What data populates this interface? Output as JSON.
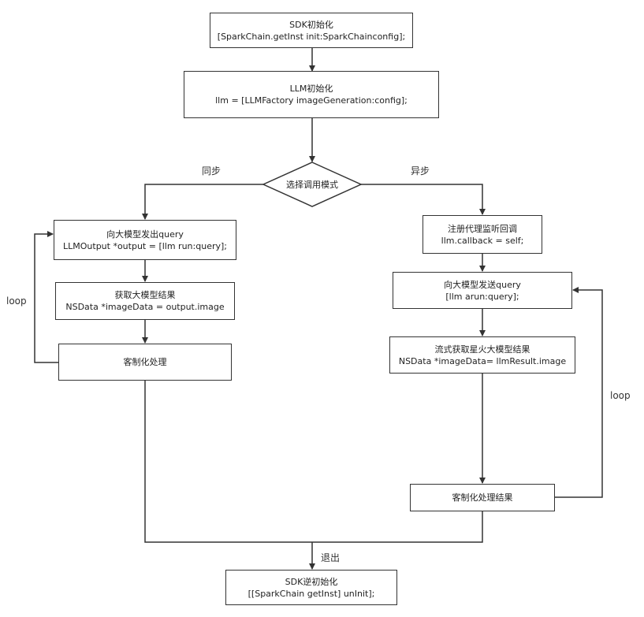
{
  "nodes": {
    "init": {
      "line1": "SDK初始化",
      "line2": "[SparkChain.getInst init:SparkChainconfig];"
    },
    "llm": {
      "line1": "LLM初始化",
      "line2": "llm = [LLMFactory imageGeneration:config];"
    },
    "decision": {
      "text": "选择调用模式"
    },
    "sync_query": {
      "line1": "向大模型发出query",
      "line2": "LLMOutput *output  = [llm run:query];"
    },
    "sync_result": {
      "line1": "获取大模型结果",
      "line2": "NSData *imageData = output.image"
    },
    "sync_process": {
      "text": "客制化处理"
    },
    "async_register": {
      "line1": "注册代理监听回调",
      "line2": "llm.callback = self;"
    },
    "async_query": {
      "line1": "向大模型发送query",
      "line2": "[llm arun:query];"
    },
    "async_result": {
      "line1": "流式获取星火大模型结果",
      "line2": "NSData *imageData=  llmResult.image"
    },
    "async_process": {
      "text": "客制化处理结果"
    },
    "uninit": {
      "line1": "SDK逆初始化",
      "line2": "[[SparkChain getInst] unInit];"
    }
  },
  "labels": {
    "sync": "同步",
    "async": "异步",
    "loop_left": "loop",
    "loop_right": "loop",
    "exit": "退出"
  },
  "colors": {
    "line": "#333333",
    "box_border": "#333333",
    "background": "#ffffff"
  }
}
